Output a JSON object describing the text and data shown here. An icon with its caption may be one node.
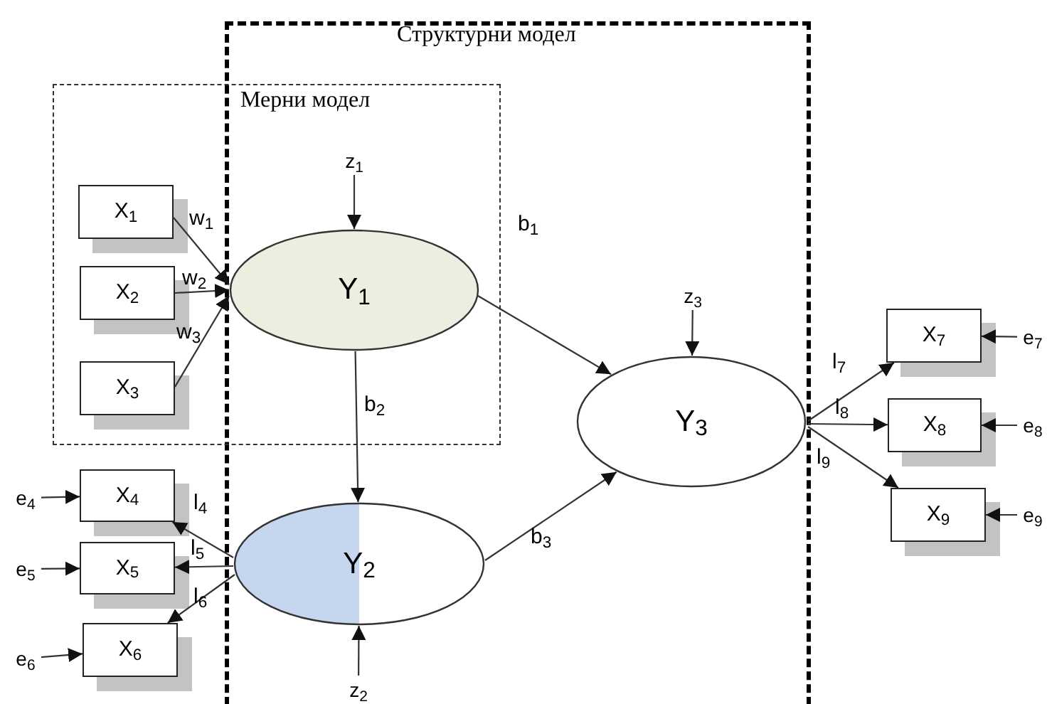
{
  "diagram": {
    "nodes": [
      {
        "text": [
          "Структурни модел"
        ]
      },
      {
        "text": [
          "Мерни модел"
        ]
      },
      {
        "text": [
          "X$_{1}$"
        ],
        "in": 1
      },
      {
        "text": [
          "X$_{2}$"
        ],
        "in": 1
      },
      {
        "text": [
          "X$_{3}$"
        ],
        "in": 1
      },
      {
        "text": [
          "Y$_{1}$"
        ]
      },
      {
        "text": [
          "z$_{1}$"
        ]
      },
      {
        "text": [
          "X$_{4}$"
        ]
      },
      {
        "text": [
          "X$_{5}$"
        ]
      },
      {
        "text": [
          "X$_{6}$"
        ]
      },
      {
        "text": [
          "e$_{4}$"
        ]
      },
      {
        "text": [
          "e$_{5}$"
        ]
      },
      {
        "text": [
          "e$_{6}$"
        ]
      },
      {
        "text": [
          "Y$_{2}$"
        ],
        "in": 0
      },
      {
        "text": [
          "z$_{2}$"
        ],
        "in": 0
      },
      {
        "text": [
          "Y$_{3}$"
        ],
        "in": 0
      },
      {
        "text": [
          "z$_{3}$"
        ],
        "in": 0
      },
      {
        "text": [
          "X$_{7}$"
        ]
      },
      {
        "text": [
          "X$_{8}$"
        ]
      },
      {
        "text": [
          "X$_{9}$"
        ]
      },
      {
        "text": [
          "e$_{7}$"
        ]
      },
      {
        "text": [
          "e$_{8}$"
        ]
      },
      {
        "text": [
          "e$_{9}$"
        ]
      }
    ],
    "edges": [
      {
        "from": 2,
        "to": 5,
        "arrow": "to",
        "label": "w$_{1}$"
      },
      {
        "from": 3,
        "to": 5,
        "arrow": "to",
        "label": "w$_{2}$"
      },
      {
        "from": 4,
        "to": 5,
        "arrow": "to",
        "label": "w$_{3}$"
      },
      {
        "from": 6,
        "to": 5,
        "arrow": "to"
      },
      {
        "from": 5,
        "to": 15,
        "arrow": "to",
        "label": "b$_{1}$"
      },
      {
        "from": 5,
        "to": 13,
        "arrow": "to",
        "label": "b$_{2}$"
      },
      {
        "from": 10,
        "to": 7,
        "arrow": "to"
      },
      {
        "from": 11,
        "to": 8,
        "arrow": "to"
      },
      {
        "from": 12,
        "to": 9,
        "arrow": "to"
      },
      {
        "from": 13,
        "to": 7,
        "arrow": "to",
        "label": "l$_{4}$"
      },
      {
        "from": 13,
        "to": 8,
        "arrow": "to",
        "label": "l$_{5}$"
      },
      {
        "from": 13,
        "to": 9,
        "arrow": "to",
        "label": "l$_{6}$"
      },
      {
        "from": 14,
        "to": 13,
        "arrow": "to"
      },
      {
        "from": 13,
        "to": 15,
        "arrow": "to",
        "label": "b$_{3}$"
      },
      {
        "from": 16,
        "to": 15,
        "arrow": "to"
      },
      {
        "from": 15,
        "to": 17,
        "arrow": "to",
        "label": "l$_{7}$"
      },
      {
        "from": 15,
        "to": 18,
        "arrow": "to",
        "label": "l$_{8}$"
      },
      {
        "from": 15,
        "to": 19,
        "arrow": "to",
        "label": "l$_{9}$"
      },
      {
        "from": 20,
        "to": 17,
        "arrow": "to"
      },
      {
        "from": 21,
        "to": 18,
        "arrow": "to"
      },
      {
        "from": 22,
        "to": 19,
        "arrow": "to"
      }
    ]
  }
}
